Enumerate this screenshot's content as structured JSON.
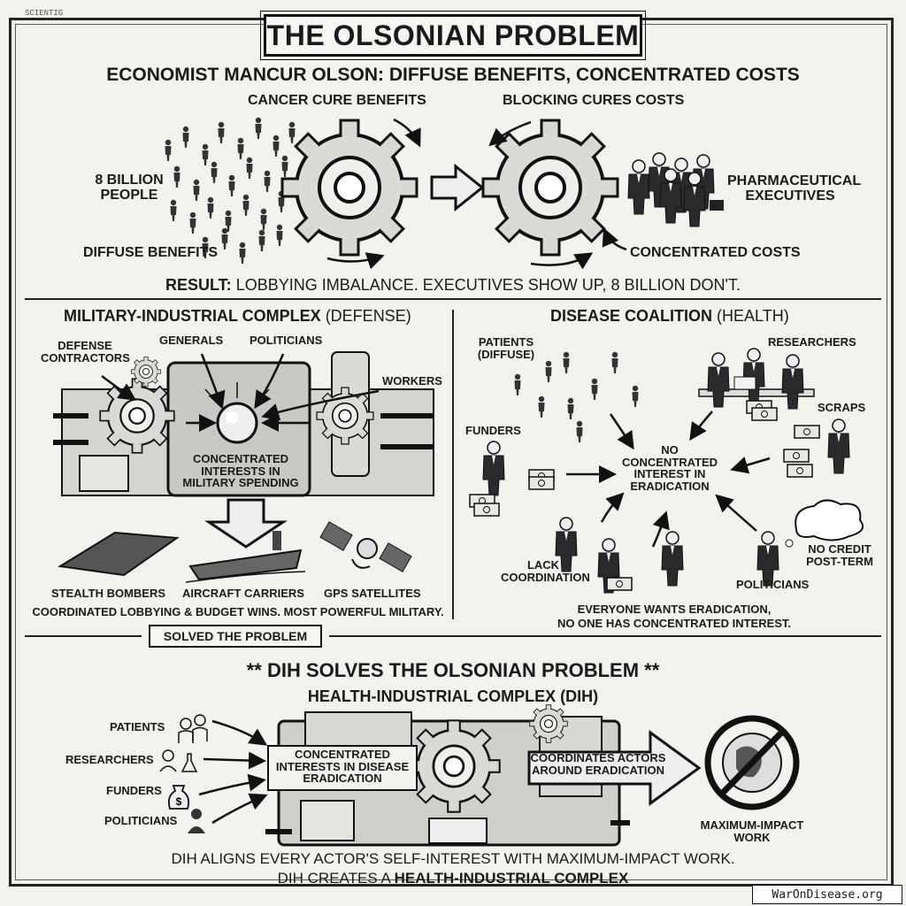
{
  "corner_label": "SCIENTIG",
  "title": "THE OLSONIAN PROBLEM",
  "top": {
    "heading": "ECONOMIST MANCUR OLSON: DIFFUSE BENEFITS, CONCENTRATED COSTS",
    "benefits_label": "CANCER CURE BENEFITS",
    "costs_label": "BLOCKING CURES COSTS",
    "people_label": "8 BILLION PEOPLE",
    "diffuse_label": "DIFFUSE BENEFITS",
    "execs_label": "PHARMACEUTICAL EXECUTIVES",
    "concentrated_label": "CONCENTRATED COSTS",
    "result_bold": "RESULT:",
    "result_text": "LOBBYING IMBALANCE. EXECUTIVES SHOW UP, 8 BILLION DON'T."
  },
  "military": {
    "heading_bold": "MILITARY-INDUSTRIAL COMPLEX",
    "heading_rest": "(DEFENSE)",
    "defense_contractors": "DEFENSE CONTRACTORS",
    "generals": "GENERALS",
    "politicians": "POLITICIANS",
    "workers": "WORKERS",
    "core": "CONCENTRATED INTERESTS IN MILITARY SPENDING",
    "out1": "STEALTH BOMBERS",
    "out2": "AIRCRAFT CARRIERS",
    "out3": "GPS SATELLITES",
    "summary": "COORDINATED LOBBYING & BUDGET WINS. MOST POWERFUL MILITARY.",
    "banner": "SOLVED THE PROBLEM"
  },
  "disease": {
    "heading_bold": "DISEASE COALITION",
    "heading_rest": "(HEALTH)",
    "patients": "PATIENTS (DIFFUSE)",
    "researchers": "RESEARCHERS",
    "scraps": "SCRAPS",
    "funders": "FUNDERS",
    "center": "NO CONCENTRATED INTEREST IN ERADICATION",
    "lack": "LACK COORDINATION",
    "no_credit": "NO CREDIT POST-TERM",
    "politicians": "POLITICIANS",
    "summary1": "EVERYONE WANTS ERADICATION,",
    "summary2": "NO ONE HAS CONCENTRATED INTEREST."
  },
  "dih": {
    "heading": "** DIH SOLVES THE OLSONIAN PROBLEM **",
    "subheading": "HEALTH-INDUSTRIAL COMPLEX (DIH)",
    "patients": "PATIENTS",
    "researchers": "RESEARCHERS",
    "funders": "FUNDERS",
    "politicians": "POLITICIANS",
    "core": "CONCENTRATED INTERESTS IN DISEASE ERADICATION",
    "coordinates": "COORDINATES ACTORS AROUND ERADICATION",
    "impact": "MAXIMUM-IMPACT WORK",
    "line1": "DIH ALIGNS EVERY ACTOR'S SELF-INTEREST WITH MAXIMUM-IMPACT WORK.",
    "line2_normal": "DIH CREATES A",
    "line2_bold": "HEALTH-INDUSTRIAL COMPLEX"
  },
  "footer": "WarOnDisease.org"
}
